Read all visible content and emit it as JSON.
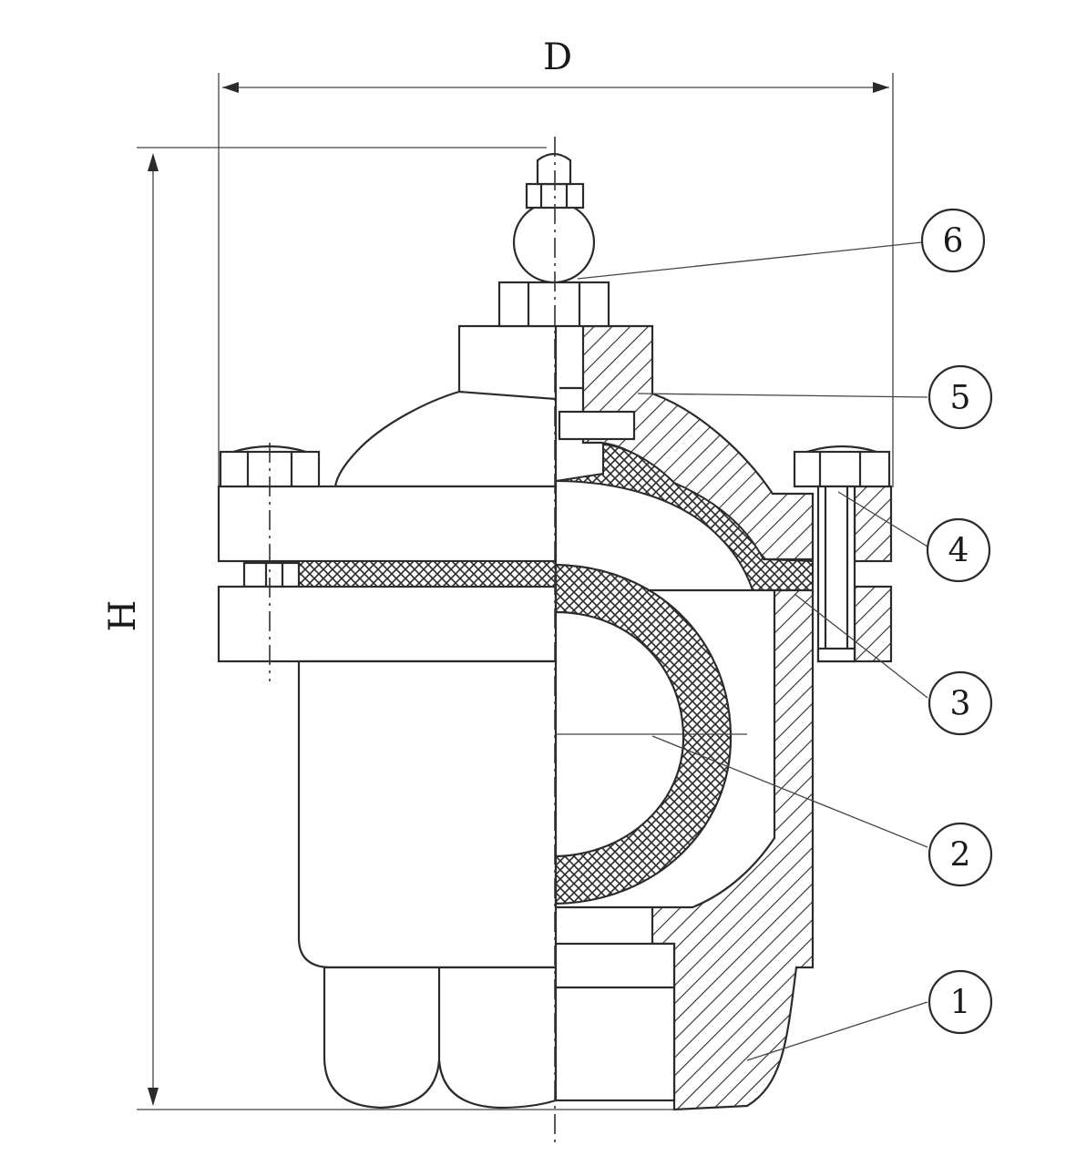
{
  "dimensions": {
    "width_label": "D",
    "height_label": "H"
  },
  "callouts": [
    {
      "number": "1"
    },
    {
      "number": "2"
    },
    {
      "number": "3"
    },
    {
      "number": "4"
    },
    {
      "number": "5"
    },
    {
      "number": "6"
    }
  ]
}
